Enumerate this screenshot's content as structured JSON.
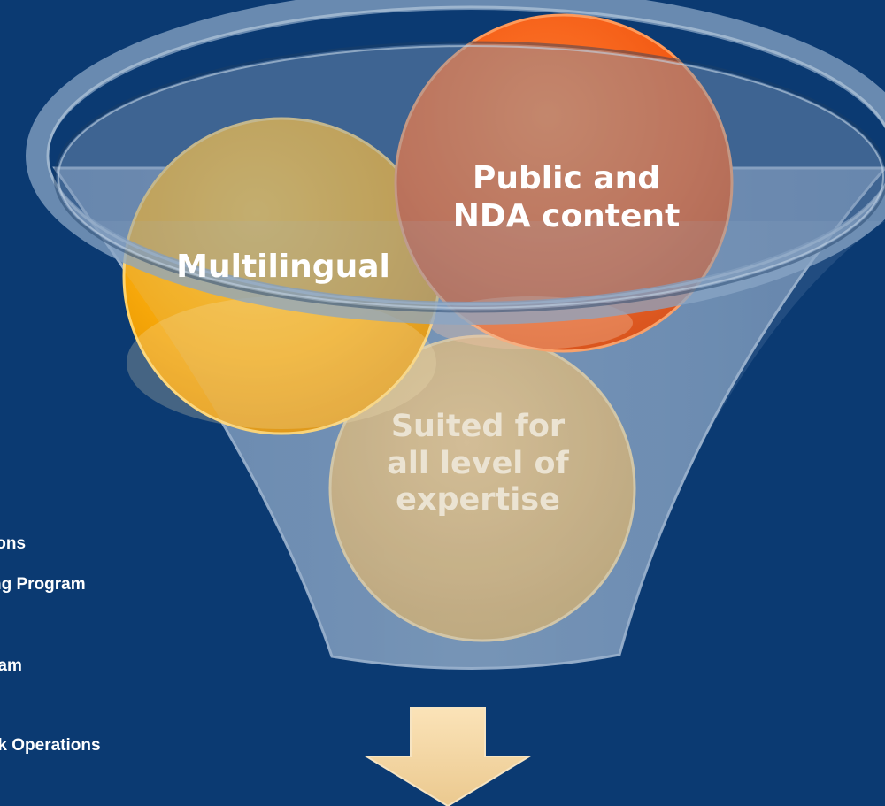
{
  "circles": {
    "multilingual": {
      "label": "Multilingual",
      "color": "#f6a90c"
    },
    "public_nda": {
      "label_line1": "Public and",
      "label_line2": "NDA content",
      "color": "#f55a14"
    },
    "suited": {
      "label_line1": "Suited for",
      "label_line2": "all level of",
      "label_line3": "expertise",
      "color": "#d9b574"
    }
  },
  "background_color": "#0b3a72",
  "funnel_color": "#8fa6c2",
  "arrow_color": "#f1d6a4",
  "side_list": {
    "items": [
      "ions",
      "ng Program",
      "ram",
      "rk Operations"
    ]
  }
}
